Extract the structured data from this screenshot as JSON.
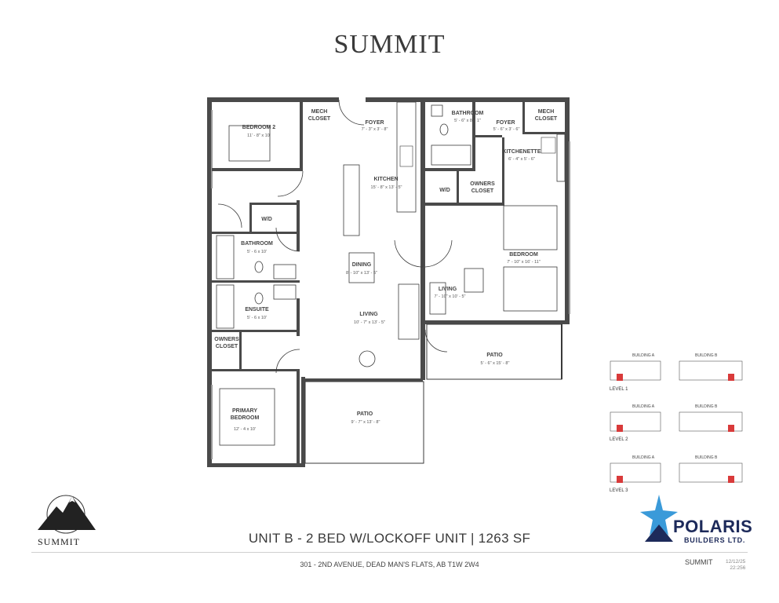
{
  "header": {
    "title": "SUMMIT"
  },
  "rooms": {
    "bedroom2": {
      "name": "BEDROOM 2",
      "dim": "11' - 8\" x 10'"
    },
    "mech_left": {
      "name": "MECH CLOSET"
    },
    "foyer_left": {
      "name": "FOYER",
      "dim": "7' - 3\" x 3' - 8\""
    },
    "kitchen": {
      "name": "KITCHEN",
      "dim": "15' - 8\" x 13' - 5\""
    },
    "wd_left": {
      "name": "W/D"
    },
    "bathroom_left": {
      "name": "BATHROOM",
      "dim": "5' - 6 x 10'"
    },
    "dining": {
      "name": "DINING",
      "dim": "8' - 10\" x 13' - 5\""
    },
    "ensuite": {
      "name": "ENSUITE",
      "dim": "5' - 6 x 10'"
    },
    "living_left": {
      "name": "LIVING",
      "dim": "10' - 7\" x 13' - 5\""
    },
    "owners_closet_left": {
      "name": "OWNERS CLOSET"
    },
    "primary_bedroom": {
      "name": "PRIMARY BEDROOM",
      "dim": "12' - 4 x 10'"
    },
    "patio_left": {
      "name": "PATIO",
      "dim": "9' - 7\" x 13' - 8\""
    },
    "bathroom_right": {
      "name": "BATHROOM",
      "dim": "5' - 6\" x 8' - 1\""
    },
    "foyer_right": {
      "name": "FOYER",
      "dim": "5' - 6\" x 3' - 6\""
    },
    "mech_right": {
      "name": "MECH CLOSET"
    },
    "kitchenette": {
      "name": "KITCHENETTE",
      "dim": "6' - 4\" x 5' - 6\""
    },
    "wd_right": {
      "name": "W/D"
    },
    "owners_closet_right": {
      "name": "OWNERS CLOSET"
    },
    "bedroom_right": {
      "name": "BEDROOM",
      "dim": "7' - 10\" x 16' - 11\""
    },
    "living_right": {
      "name": "LIVING",
      "dim": "7' - 10\" x 10' - 5\""
    },
    "patio_right": {
      "name": "PATIO",
      "dim": "5' - 6\" x 15' - 8\""
    }
  },
  "key_plan": {
    "building_a": "BUILDING A",
    "building_b": "BUILDING B",
    "level1": "LEVEL 1",
    "level2": "LEVEL 2",
    "level3": "LEVEL 3",
    "highlight_color": "#d93a3a"
  },
  "footer": {
    "unit_line": "UNIT B - 2 BED W/LOCKOFF UNIT | 1263 SF",
    "address": "301 - 2ND AVENUE, DEAD MAN'S FLATS, AB T1W 2W4",
    "right_label": "SUMMIT",
    "date": "12/12/25",
    "time": "22:256",
    "logo_left": "SUMMIT",
    "polaris_name": "POLARIS",
    "polaris_sub": "BUILDERS LTD."
  }
}
